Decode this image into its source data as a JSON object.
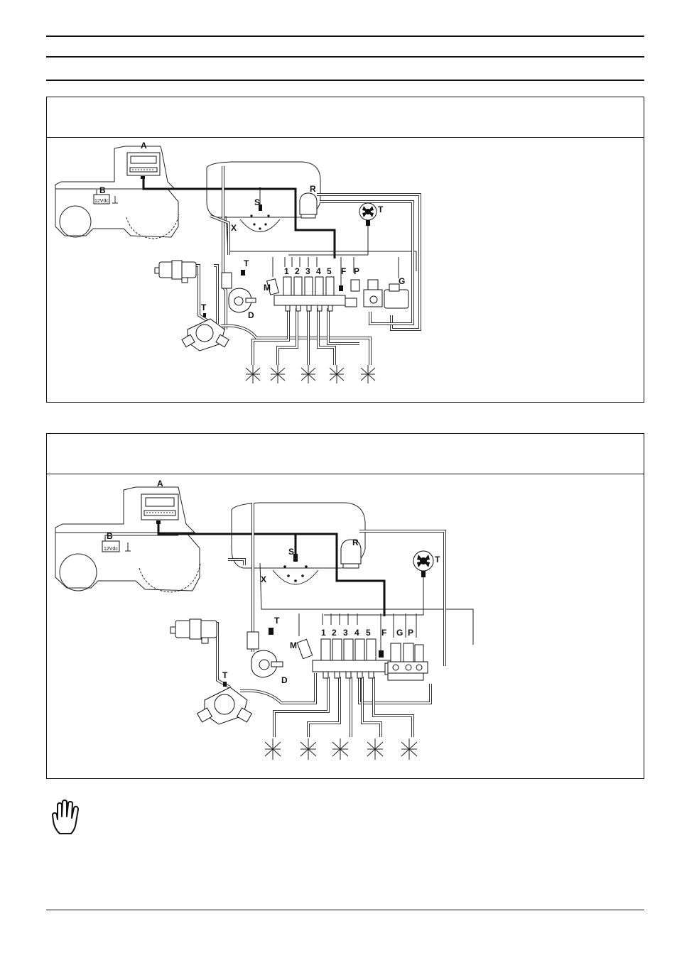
{
  "diagrams": [
    {
      "labels": {
        "computer": "A",
        "battery": "B",
        "battery_voltage": "12Vdc",
        "tank_sensor": "S",
        "return_valve": "R",
        "tank_pressure": "T",
        "tank_vent": "X",
        "motor_valve": "M",
        "section_1": "1",
        "section_2": "2",
        "section_3": "3",
        "section_4": "4",
        "section_5": "5",
        "flowmeter": "F",
        "pressure_sensor": "P",
        "general_valve": "G",
        "pump_sensor": "T",
        "pump_sensor_2": "T",
        "drain": "D"
      }
    },
    {
      "labels": {
        "computer": "A",
        "battery": "B",
        "battery_voltage": "12Vdc",
        "tank_sensor": "S",
        "return_valve": "R",
        "tank_pressure": "T",
        "tank_vent": "X",
        "motor_valve": "M",
        "section_1": "1",
        "section_2": "2",
        "section_3": "3",
        "section_4": "4",
        "section_5": "5",
        "flowmeter": "F",
        "general_valve": "G",
        "pressure_sensor": "P",
        "pump_sensor": "T",
        "pump_sensor_2": "T",
        "drain": "D"
      }
    }
  ],
  "icons": {
    "warning": "hand-icon"
  }
}
